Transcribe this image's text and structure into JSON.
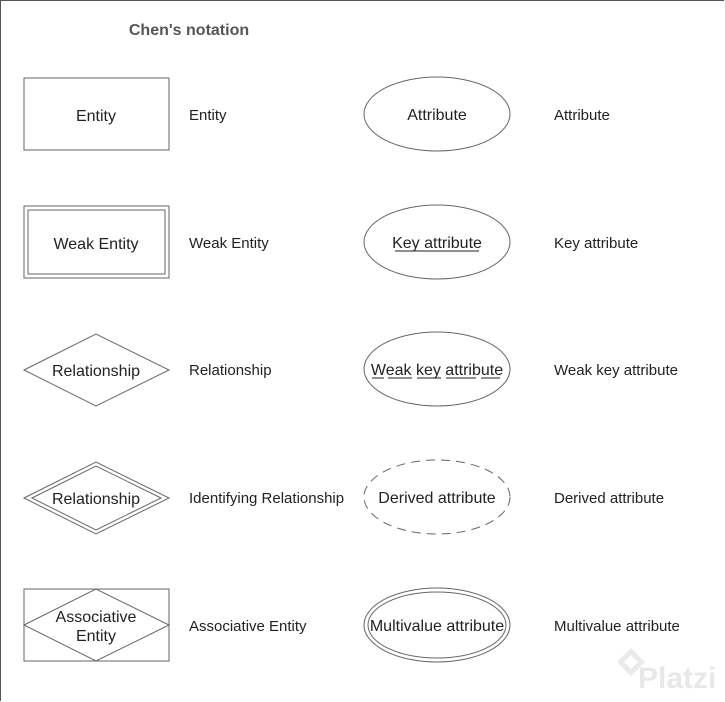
{
  "title": "Chen's notation",
  "rows": [
    {
      "shape_label": "Entity",
      "shape_desc": "Entity",
      "attr_label": "Attribute",
      "attr_desc": "Attribute"
    },
    {
      "shape_label": "Weak Entity",
      "shape_desc": "Weak Entity",
      "attr_label": "Key attribute",
      "attr_desc": "Key attribute"
    },
    {
      "shape_label": "Relationship",
      "shape_desc": "Relationship",
      "attr_label": "Weak key attribute",
      "attr_desc": "Weak key attribute"
    },
    {
      "shape_label": "Relationship",
      "shape_desc": "Identifying Relationship",
      "attr_label": "Derived attribute",
      "attr_desc": "Derived attribute"
    },
    {
      "shape_label_line1": "Associative",
      "shape_label_line2": "Entity",
      "shape_desc": "Associative Entity",
      "attr_label": "Multivalue attribute",
      "attr_desc": "Multivalue attribute"
    }
  ],
  "watermark": "Platzi",
  "colors": {
    "stroke": "#666666",
    "text": "#222222",
    "title": "#555555",
    "watermark": "#e6e6e6"
  }
}
